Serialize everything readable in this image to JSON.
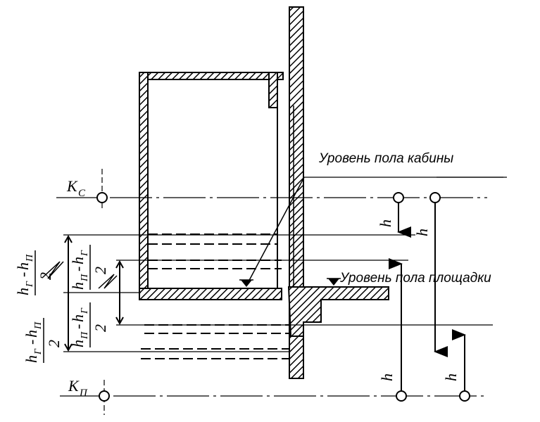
{
  "captions": {
    "cabin_floor": "Уровень пола кабины",
    "landing_floor": "Уровень пола площадки"
  },
  "levels": {
    "top": "K",
    "top_sub": "C",
    "bottom": "K",
    "bottom_sub": "П"
  },
  "dims": {
    "h": "h",
    "hg": "h",
    "hg_sub": "Г",
    "hp": "h",
    "hp_sub": "П",
    "minus": "-",
    "two": "2"
  },
  "colors": {
    "ink": "#000000",
    "paper": "#ffffff"
  }
}
